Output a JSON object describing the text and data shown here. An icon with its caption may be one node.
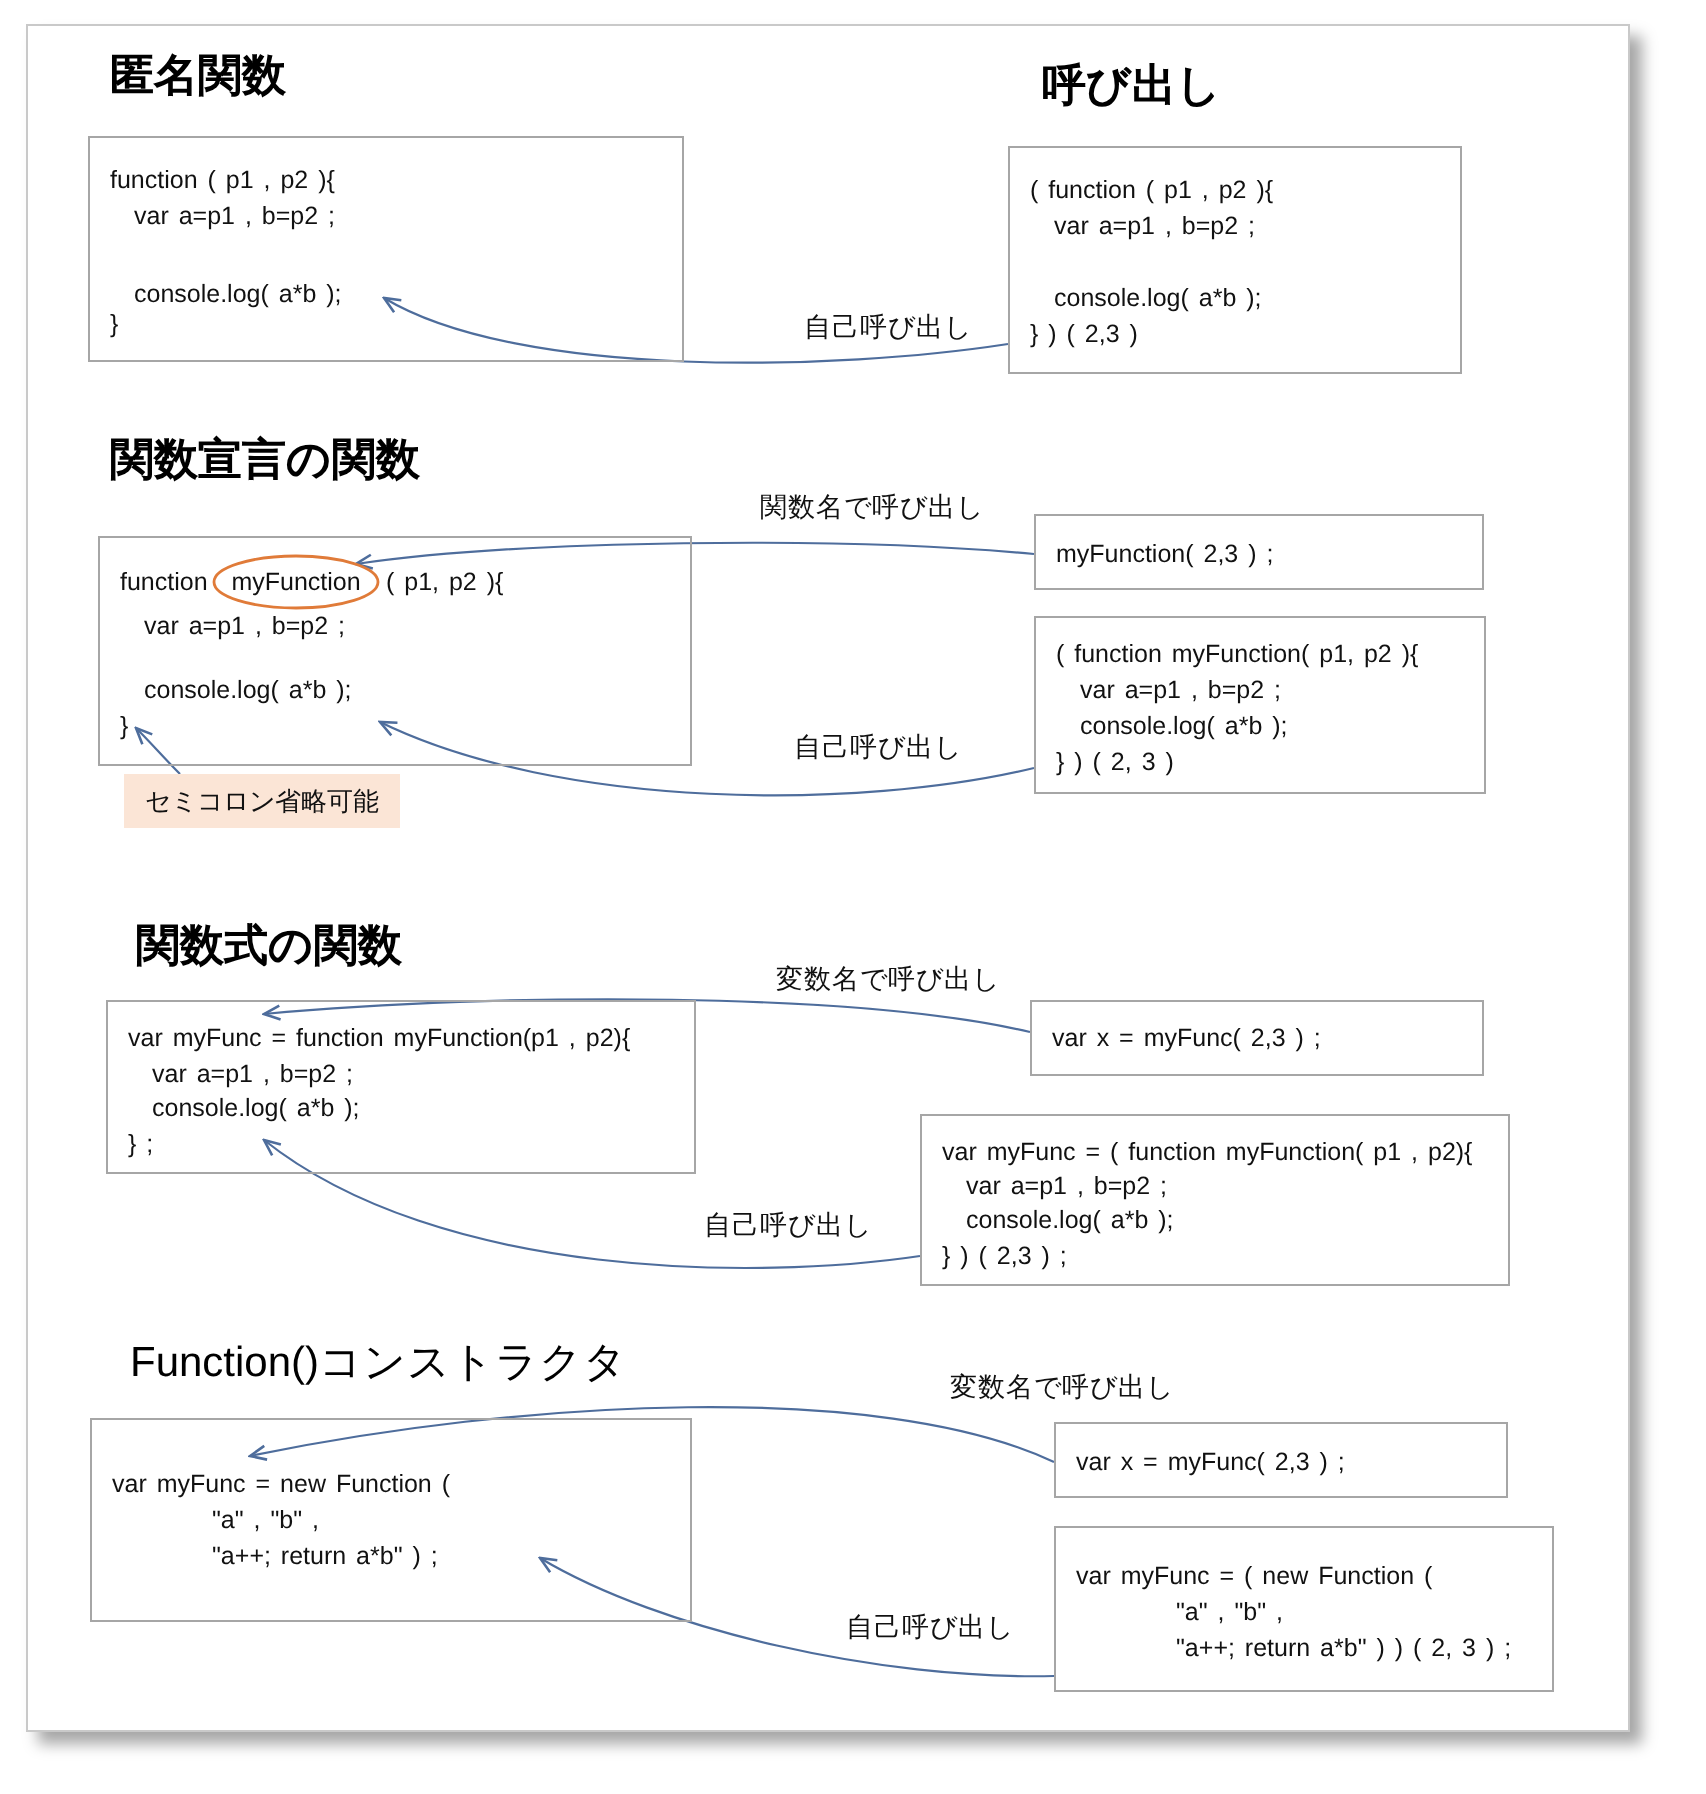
{
  "diagram": {
    "nodes": [
      {
        "text": [
          "function ( p1 , p2 ){",
          "var a=p1 , b=p2 ;",
          "console.log( a*b );",
          "}"
        ]
      },
      {
        "text": [
          "( function ( p1 , p2 ){",
          "var a=p1 , b=p2 ;",
          "console.log( a*b );",
          "} ) ( 2,3 )"
        ]
      },
      {
        "text": [
          "function",
          "( p1, p2 ){",
          "var a=p1 , b=p2 ;",
          "console.log( a*b );",
          "}"
        ]
      },
      {
        "text": [
          "myFunction"
        ],
        "in": 2
      },
      {
        "text": [
          "myFunction( 2,3 ) ;"
        ]
      },
      {
        "text": [
          "( function myFunction( p1, p2 ){",
          "var a=p1 , b=p2 ;",
          "console.log( a*b );",
          "} ) ( 2, 3 )"
        ]
      },
      {
        "text": [
          "セミコロン省略可能"
        ]
      },
      {
        "text": [
          "var myFunc = function myFunction(p1 , p2){",
          "var a=p1 , b=p2 ;",
          "console.log( a*b );",
          "} ;"
        ]
      },
      {
        "text": [
          "var x = myFunc( 2,3 ) ;"
        ]
      },
      {
        "text": [
          "var myFunc = ( function myFunction( p1 , p2){",
          "var a=p1 , b=p2 ;",
          "console.log( a*b );",
          "} ) ( 2,3 ) ;"
        ]
      },
      {
        "text": [
          "var myFunc = new Function (",
          "\"a\" , \"b\" ,",
          "\"a++; return a*b\" ) ;"
        ]
      },
      {
        "text": [
          "var x = myFunc( 2,3 ) ;"
        ]
      },
      {
        "text": [
          "var myFunc = ( new Function (",
          "\"a\" , \"b\" ,",
          "\"a++; return a*b\" ) ) ( 2, 3 ) ;"
        ]
      }
    ],
    "edges": [
      {
        "from": 1,
        "to": 0,
        "arrow": "to",
        "label": "自己呼び出し"
      },
      {
        "from": 4,
        "to": 3,
        "arrow": "to",
        "label": "関数名で呼び出し"
      },
      {
        "from": 5,
        "to": 2,
        "arrow": "to",
        "label": "自己呼び出し"
      },
      {
        "from": 6,
        "to": 2,
        "arrow": "to"
      },
      {
        "from": 8,
        "to": 7,
        "arrow": "to",
        "label": "変数名で呼び出し"
      },
      {
        "from": 9,
        "to": 7,
        "arrow": "to",
        "label": "自己呼び出し"
      },
      {
        "from": 11,
        "to": 10,
        "arrow": "to",
        "label": "変数名で呼び出し"
      },
      {
        "from": 12,
        "to": 10,
        "arrow": "to",
        "label": "自己呼び出し"
      }
    ],
    "labels": [
      "匿名関数",
      "呼び出し",
      "関数宣言の関数",
      "関数式の関数",
      "Function()コンストラクタ"
    ]
  }
}
